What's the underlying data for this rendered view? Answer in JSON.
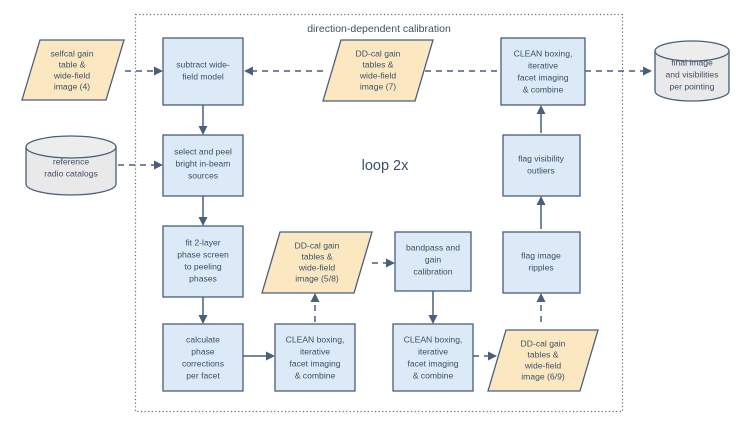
{
  "diagram": {
    "title": "direction-dependent calibration",
    "loop_label": "loop 2x",
    "colors": {
      "process_fill": "#dce9f6",
      "data_fill": "#fbe8c1",
      "database_fill": "#e9e9e9",
      "stroke": "#4a5f7a",
      "text": "#3d5068",
      "background": "#ffffff"
    },
    "nodes": {
      "selfcal_input": {
        "type": "data",
        "lines": [
          "selfcal gain",
          "table &",
          "wide-field",
          "image (4)"
        ]
      },
      "reference_catalogs": {
        "type": "database",
        "lines": [
          "reference",
          "radio catalogs"
        ]
      },
      "subtract_model": {
        "type": "process",
        "lines": [
          "subtract wide-",
          "field model"
        ]
      },
      "select_peel": {
        "type": "process",
        "lines": [
          "select and peel",
          "bright in-beam",
          "sources"
        ]
      },
      "fit_phase_screen": {
        "type": "process",
        "lines": [
          "fit 2-layer",
          "phase screen",
          "to peeling",
          "phases"
        ]
      },
      "calculate_phase": {
        "type": "process",
        "lines": [
          "calculate",
          "phase",
          "corrections",
          "per facet"
        ]
      },
      "clean_boxing_bottom_left": {
        "type": "process",
        "lines": [
          "CLEAN boxing,",
          "iterative",
          "facet imaging",
          "& combine"
        ]
      },
      "ddcal_58": {
        "type": "data",
        "lines": [
          "DD-cal gain",
          "tables &",
          "wide-field",
          "image (5/8)"
        ]
      },
      "bandpass_gain": {
        "type": "process",
        "lines": [
          "bandpass and",
          "gain",
          "calibration"
        ]
      },
      "clean_boxing_bottom_right": {
        "type": "process",
        "lines": [
          "CLEAN boxing,",
          "iterative",
          "facet imaging",
          "& combine"
        ]
      },
      "ddcal_69": {
        "type": "data",
        "lines": [
          "DD-cal gain",
          "tables &",
          "wide-field",
          "image (6/9)"
        ]
      },
      "flag_image_ripples": {
        "type": "process",
        "lines": [
          "flag image",
          "ripples"
        ]
      },
      "flag_visibility_outliers": {
        "type": "process",
        "lines": [
          "flag visibility",
          "outliers"
        ]
      },
      "clean_boxing_top_right": {
        "type": "process",
        "lines": [
          "CLEAN boxing,",
          "iterative",
          "facet imaging",
          "& combine"
        ]
      },
      "ddcal_7": {
        "type": "data",
        "lines": [
          "DD-cal gain",
          "tables &",
          "wide-field",
          "image (7)"
        ]
      },
      "final_output": {
        "type": "database",
        "lines": [
          "final image",
          "and visibilities",
          "per pointing"
        ]
      }
    }
  }
}
